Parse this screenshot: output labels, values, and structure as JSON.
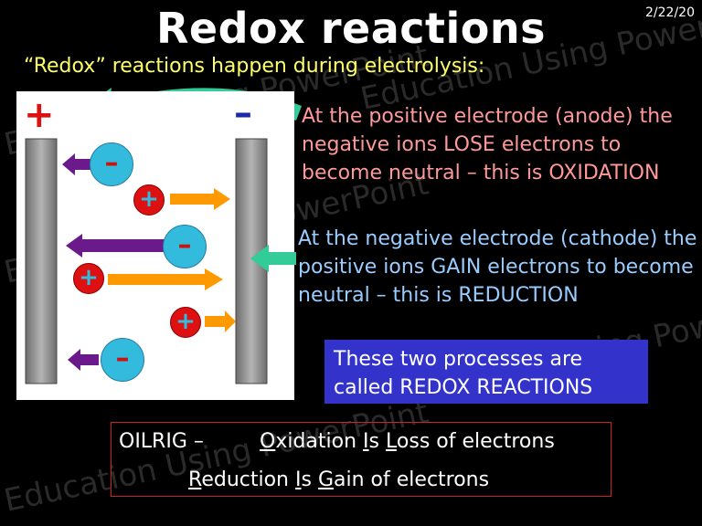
{
  "slide": {
    "date": "2/22/20",
    "title": "Redox reactions",
    "intro": "“Redox” reactions happen during electrolysis:",
    "anode_text": "At the positive electrode (anode) the negative ions LOSE electrons to become neutral – this is OXIDATION",
    "cathode_text": "At the negative electrode (cathode) the positive ions GAIN electrons to become neutral – this is REDUCTION",
    "redox_box": "These two processes are called REDOX REACTIONS",
    "watermark": "Education Using PowerPoint"
  },
  "diagram": {
    "positive_sign": "+",
    "negative_sign": "–",
    "ion_plus": "+",
    "ion_minus": "–"
  },
  "oilrig": {
    "label": "OILRIG –",
    "line1": {
      "o": "O",
      "o_rest": "xidation ",
      "i": "I",
      "i_rest": "s ",
      "l": "L",
      "l_rest": "oss of electrons"
    },
    "line2": {
      "r": "R",
      "r_rest": "eduction ",
      "i": "I",
      "i_rest": "s ",
      "g": "G",
      "g_rest": "ain of electrons"
    }
  },
  "colors": {
    "intro": "#ffff66",
    "anode_text": "#ff9999",
    "cathode_text": "#99ccff",
    "redox_box": "#3333cc",
    "arrow_teal": "#33cc99",
    "positive_ion": "#dd1111",
    "negative_ion": "#33bbdd",
    "arrow_orange": "#ff9900",
    "arrow_purple": "#6a1a8a"
  }
}
